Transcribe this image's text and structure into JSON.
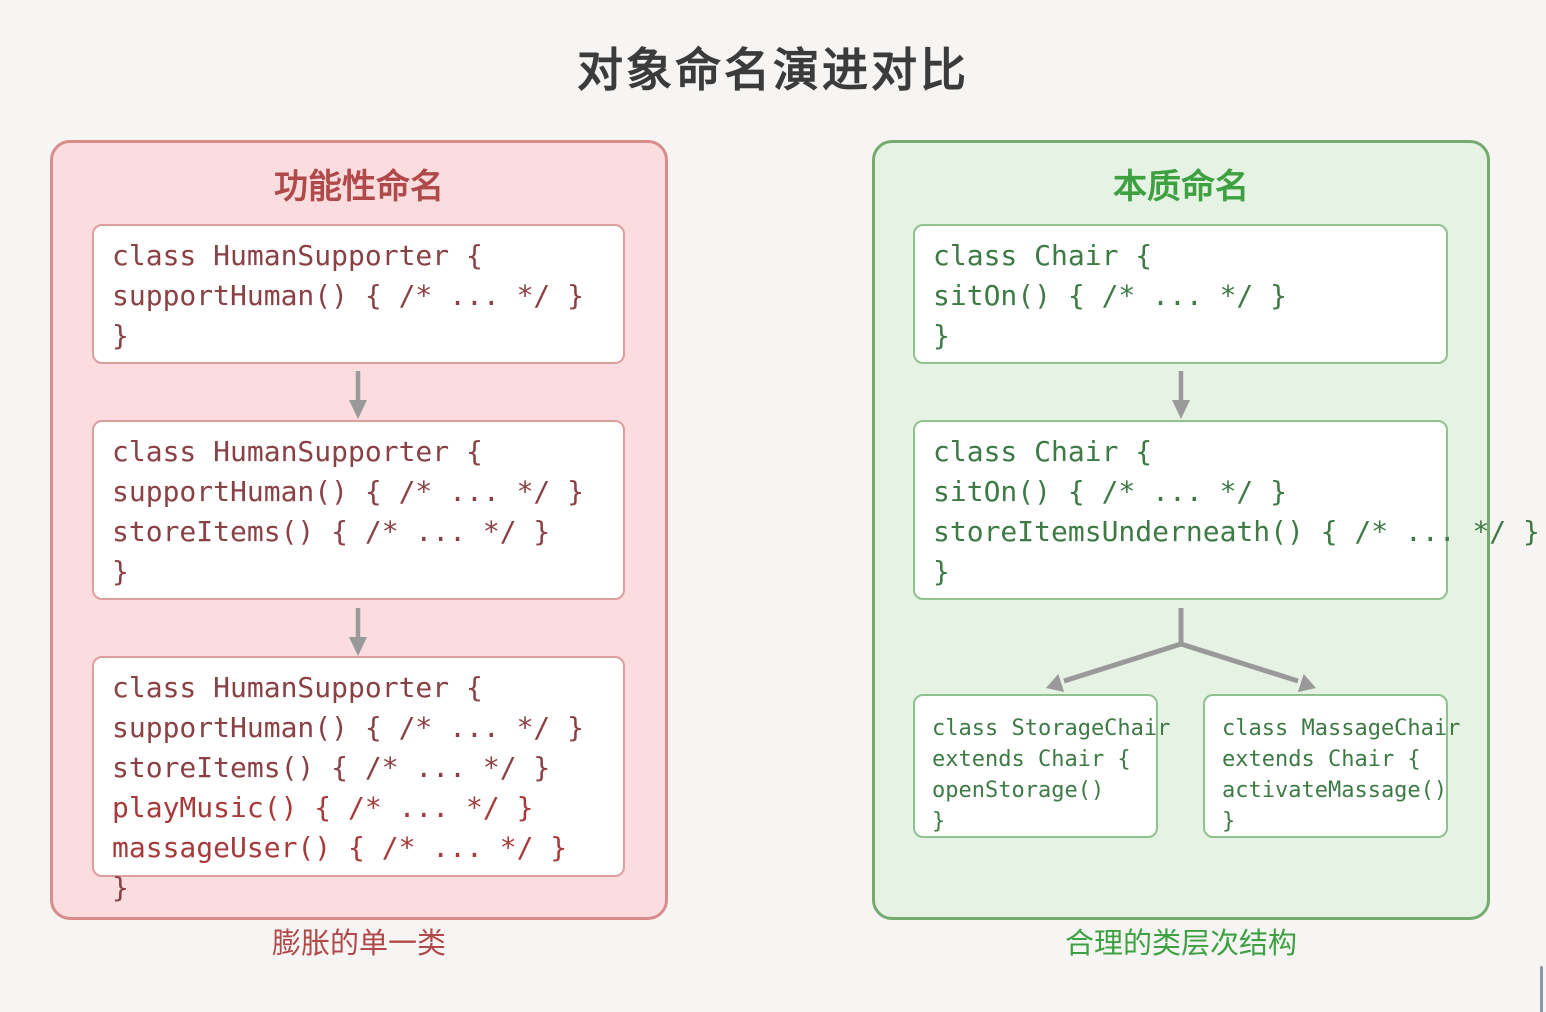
{
  "title": "对象命名演进对比",
  "left_panel": {
    "header": "功能性命名",
    "caption": "膨胀的单一类",
    "boxes": [
      {
        "lines": [
          "class HumanSupporter {",
          "supportHuman() { /* ... */ }",
          "}"
        ]
      },
      {
        "lines": [
          "class HumanSupporter {",
          "supportHuman() { /* ... */ }",
          "storeItems() { /* ... */ }",
          "}"
        ]
      },
      {
        "lines": [
          "class HumanSupporter {",
          "supportHuman() { /* ... */ }",
          "storeItems() { /* ... */ }",
          "playMusic() { /* ... */ }",
          "massageUser() { /* ... */ }",
          "}"
        ],
        "highlight_lines": [
          3,
          4
        ]
      }
    ]
  },
  "right_panel": {
    "header": "本质命名",
    "caption": "合理的类层次结构",
    "boxes": [
      {
        "lines": [
          "class Chair {",
          "sitOn() { /* ... */ }",
          "}"
        ]
      },
      {
        "lines": [
          "class Chair {",
          "sitOn() { /* ... */ }",
          "storeItemsUnderneath() { /* ... */ }",
          "}"
        ]
      }
    ],
    "child_boxes": [
      {
        "lines": [
          "class StorageChair",
          "extends Chair {",
          "openStorage()",
          "}"
        ]
      },
      {
        "lines": [
          "class MassageChair",
          "extends Chair {",
          "activateMassage()",
          "}"
        ]
      }
    ]
  },
  "colors": {
    "page_background": "#f6f5f3",
    "title_text": "#3b3b3b",
    "left_accent": "#b04a4a",
    "left_panel_bg": "#fbdcdf",
    "left_panel_border": "#d98c8c",
    "left_box_border": "#df9e9e",
    "left_code_text": "#8a4145",
    "left_code_highlight": "#a73b3b",
    "right_accent": "#3da142",
    "right_panel_bg": "#e6f2e3",
    "right_panel_border": "#74ab70",
    "right_box_border": "#8fc28f",
    "right_code_text": "#3d7a44",
    "arrow": "#999999"
  }
}
